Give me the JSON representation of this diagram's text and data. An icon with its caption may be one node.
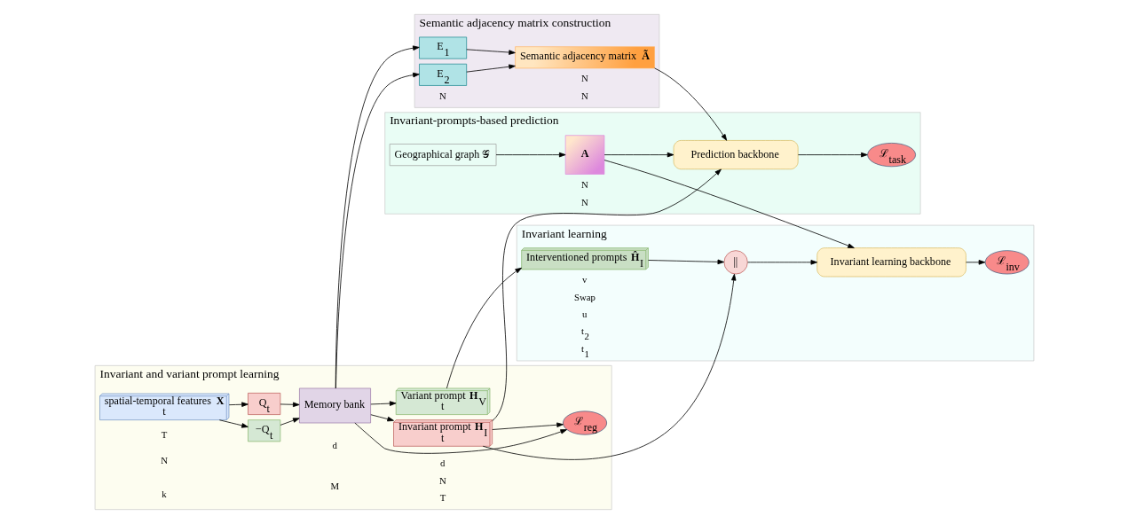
{
  "diagram": {
    "nodes": [
      {
        "text": [
          "Invariant and variant prompt learning"
        ]
      },
      {
        "text": [
          "−Q$_{t}$"
        ],
        "in": 0
      },
      {
        "text": [
          "Q$_{t}$"
        ],
        "in": 0
      },
      {
        "text": [
          "Memory bank"
        ],
        "in": 0
      },
      {
        "text": [
          "Variant prompt **H**$_{V}$",
          "t"
        ],
        "in": 0
      },
      {
        "text": [
          "spatial-temporal features **X**",
          "t"
        ],
        "in": 0
      },
      {
        "text": [
          "ℒ$_{reg}$"
        ],
        "in": 0
      },
      {
        "text": [
          "Invariant prompt **H**$_{I}$",
          "t"
        ],
        "in": 0
      },
      {
        "text": [
          "Invariant learning"
        ]
      },
      {
        "text": [
          "Interventioned prompts **Ĥ**$_{I}$"
        ],
        "in": 8
      },
      {
        "text": [
          "||"
        ],
        "in": 8
      },
      {
        "text": [
          "Invariant learning backbone"
        ],
        "in": 8
      },
      {
        "text": [
          "ℒ$_{inv}$"
        ],
        "in": 8
      },
      {
        "text": [
          "Semantic adjacency matrix construction"
        ]
      },
      {
        "text": [
          "E$_{1}$"
        ],
        "in": 13
      },
      {
        "text": [
          "E$_{2}$"
        ],
        "in": 13
      },
      {
        "text": [
          "Semantic adjacency matrix **Ã**"
        ],
        "in": 13
      },
      {
        "text": [
          "Invariant-prompts-based prediction"
        ]
      },
      {
        "text": [
          "Geographical graph 𝒢"
        ],
        "in": 17
      },
      {
        "text": [
          "A"
        ],
        "in": 17
      },
      {
        "text": [
          "Prediction backbone"
        ],
        "in": 17
      },
      {
        "text": [
          "ℒ$_{task}$"
        ],
        "in": 17
      }
    ],
    "edges": [
      {
        "from": 5,
        "to": 1,
        "arrow": "to"
      },
      {
        "from": 5,
        "to": 2,
        "arrow": "to"
      },
      {
        "from": 1,
        "to": 3,
        "arrow": "to"
      },
      {
        "from": 2,
        "to": 3,
        "arrow": "to"
      },
      {
        "from": 3,
        "to": 4,
        "arrow": "to"
      },
      {
        "from": 3,
        "to": 6,
        "arrow": "to"
      },
      {
        "from": 3,
        "to": 7,
        "arrow": "to"
      },
      {
        "from": 7,
        "to": 6,
        "arrow": "to"
      },
      {
        "from": 4,
        "to": 9,
        "arrow": "to"
      },
      {
        "from": 9,
        "to": 10,
        "arrow": "to"
      },
      {
        "from": 7,
        "to": 10,
        "arrow": "to"
      },
      {
        "from": 10,
        "to": 11,
        "arrow": "to"
      },
      {
        "from": 11,
        "to": 12,
        "arrow": "to"
      },
      {
        "from": 3,
        "to": 14,
        "arrow": "to"
      },
      {
        "from": 3,
        "to": 15,
        "arrow": "to"
      },
      {
        "from": 14,
        "to": 16,
        "arrow": "to"
      },
      {
        "from": 15,
        "to": 16,
        "arrow": "to"
      },
      {
        "from": 16,
        "to": 20,
        "arrow": "to"
      },
      {
        "from": 7,
        "to": 20,
        "arrow": "to"
      },
      {
        "from": 18,
        "to": 19,
        "arrow": "to"
      },
      {
        "from": 19,
        "to": 11,
        "arrow": "to"
      },
      {
        "from": 19,
        "to": 20,
        "arrow": "to"
      },
      {
        "from": 20,
        "to": 21,
        "arrow": "to"
      }
    ],
    "labels": [
      "d",
      "d",
      "M",
      "N",
      "T",
      "v",
      "Swap",
      "u",
      "t$_{2}$",
      "t$_{1}$",
      "T",
      "N",
      "k",
      "N",
      "N",
      "N",
      "N",
      "N"
    ]
  }
}
